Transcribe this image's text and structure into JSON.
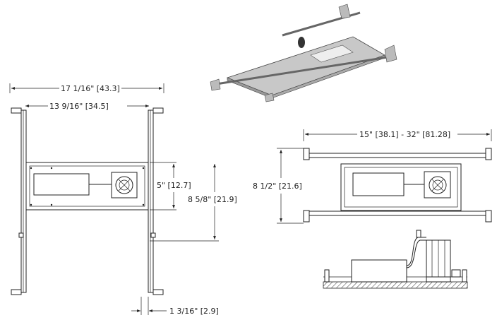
{
  "dimensions": {
    "overall_width": "17 1/16\" [43.3]",
    "inner_width": "13 9/16\" [34.5]",
    "plate_height": "5\" [12.7]",
    "bracket_height": "8 5/8\" [21.9]",
    "rail_offset": "1 3/16\" [2.9]",
    "adjustable_span": "15\" [38.1] - 32\" [81.28]",
    "assembly_height": "8 1/2\" [21.6]"
  }
}
